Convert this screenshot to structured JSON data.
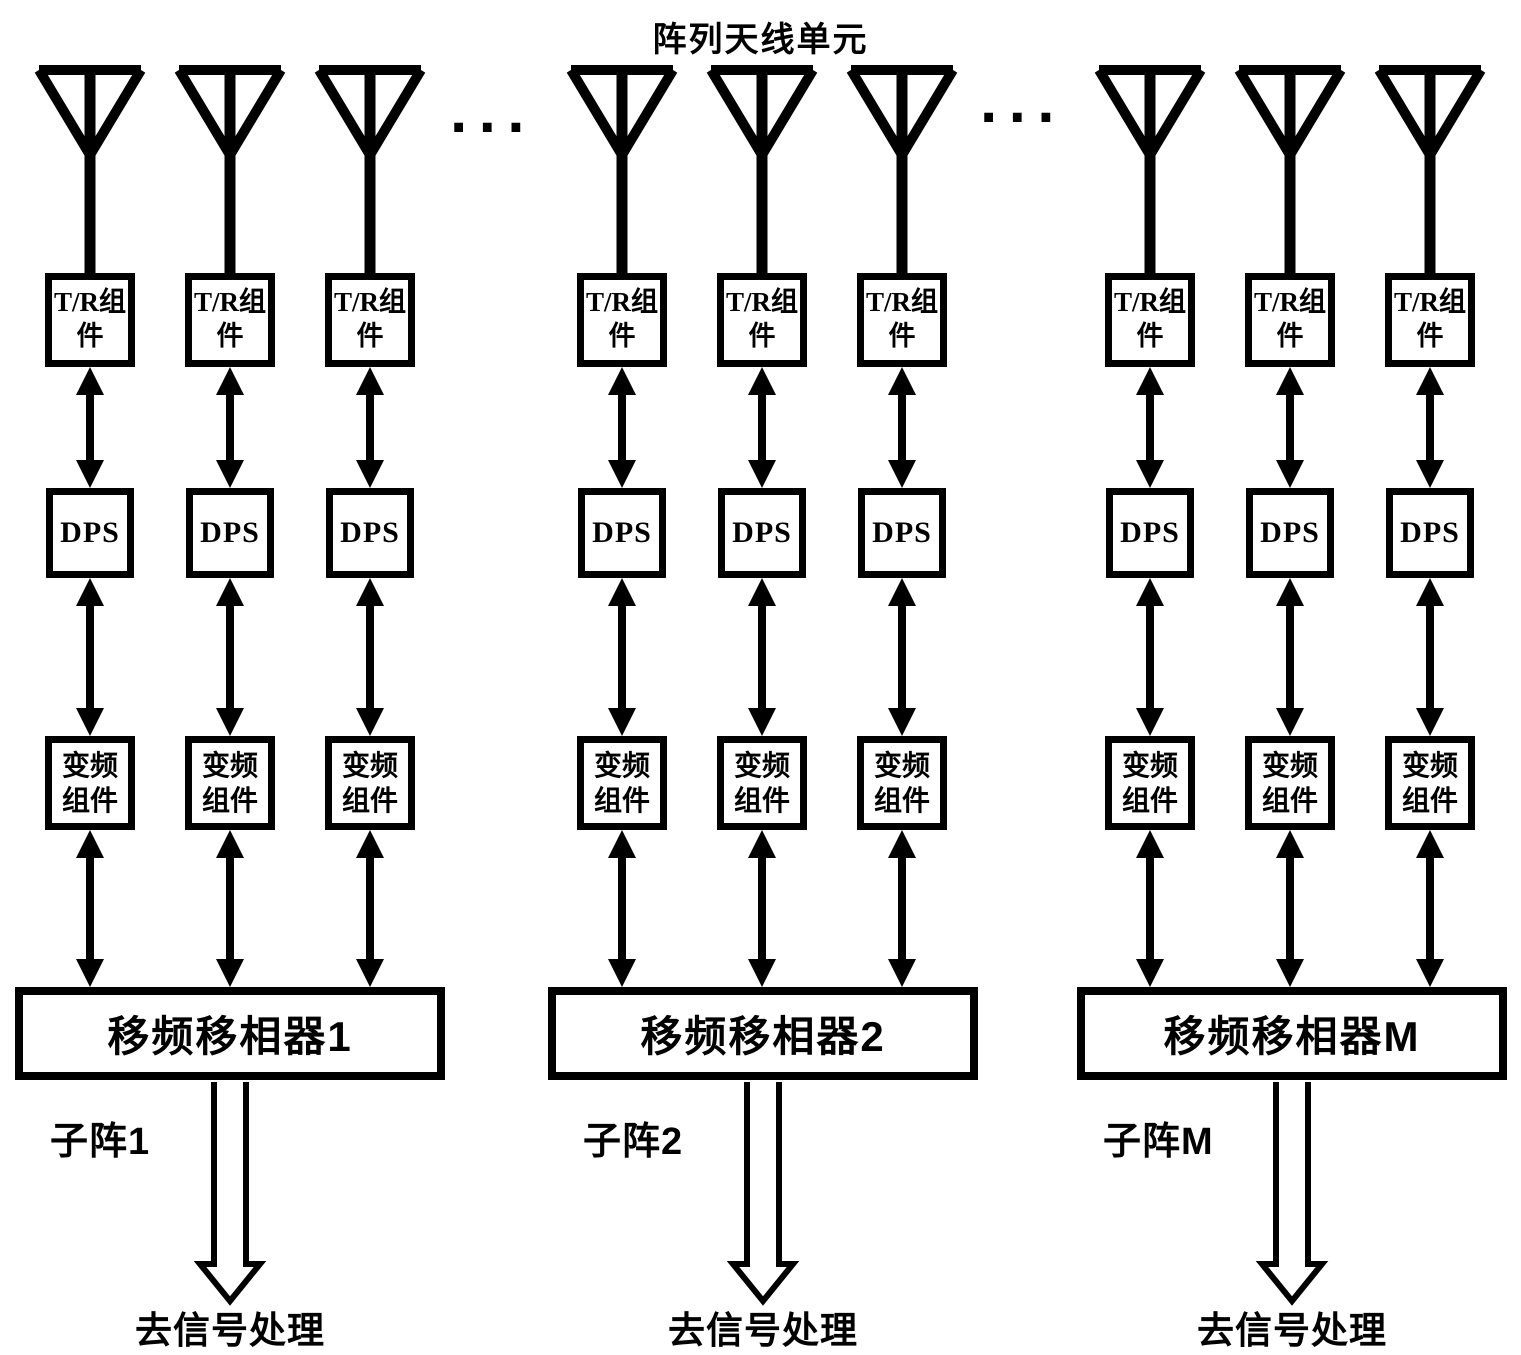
{
  "title": "阵列天线单元",
  "ellipsis": {
    "left": "···",
    "right": "···"
  },
  "labels": {
    "tr_line1": "T/R组",
    "tr_line2": "件",
    "dps": "DPS",
    "conv_line1": "变频",
    "conv_line2": "组件"
  },
  "groups": [
    {
      "shifter_label": "移频移相器1",
      "subarray_label": "子阵1",
      "output_label": "去信号处理"
    },
    {
      "shifter_label": "移频移相器2",
      "subarray_label": "子阵2",
      "output_label": "去信号处理"
    },
    {
      "shifter_label": "移频移相器M",
      "subarray_label": "子阵M",
      "output_label": "去信号处理"
    }
  ],
  "colors": {
    "ink": "#000000",
    "background": "#ffffff"
  }
}
